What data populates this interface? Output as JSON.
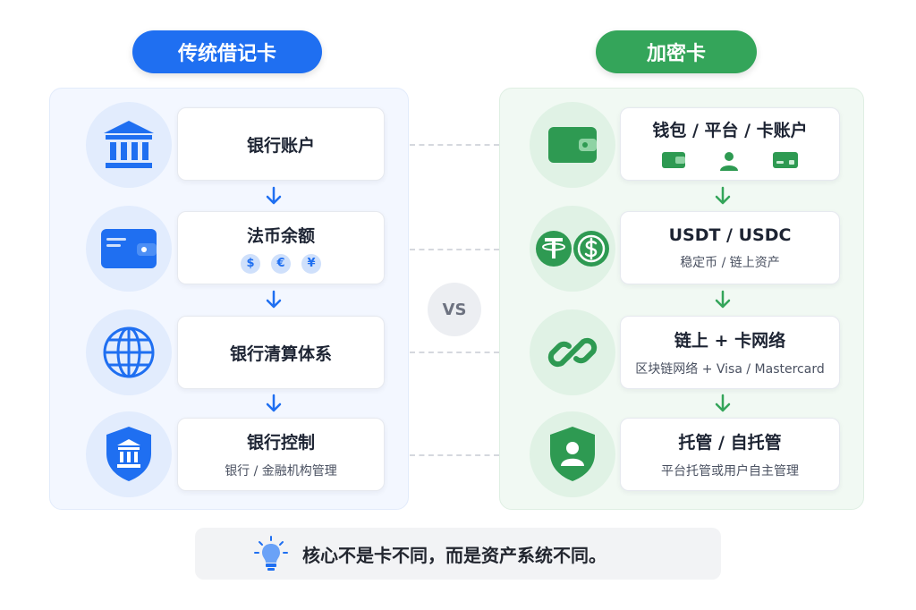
{
  "colors": {
    "traditional_accent": "#1f6ff1",
    "crypto_accent": "#34a55a"
  },
  "traditional": {
    "title": "传统借记卡",
    "steps": [
      {
        "title": "银行账户",
        "icon": "bank-icon"
      },
      {
        "title": "法币余额",
        "icon": "wallet-icon",
        "coins": [
          "$",
          "€",
          "¥"
        ]
      },
      {
        "title": "银行清算体系",
        "icon": "globe-icon"
      },
      {
        "title": "银行控制",
        "subtitle": "银行 / 金融机构管理",
        "icon": "bank-shield-icon"
      }
    ]
  },
  "crypto": {
    "title": "加密卡",
    "steps": [
      {
        "title": "钱包 / 平台 / 卡账户",
        "icon": "crypto-wallet-icon",
        "mini_icons": [
          "wallet-icon",
          "user-icon",
          "card-icon"
        ]
      },
      {
        "title": "USDT / USDC",
        "subtitle": "稳定币 / 链上资产",
        "icon": "stablecoin-icon"
      },
      {
        "title": "链上 + 卡网络",
        "subtitle": "区块链网络 + Visa / Mastercard",
        "icon": "chain-link-icon"
      },
      {
        "title": "托管 / 自托管",
        "subtitle": "平台托管或用户自主管理",
        "icon": "user-shield-icon"
      }
    ]
  },
  "vs_label": "VS",
  "footer": {
    "icon": "lightbulb-icon",
    "text": "核心不是卡不同，而是资产系统不同。"
  }
}
